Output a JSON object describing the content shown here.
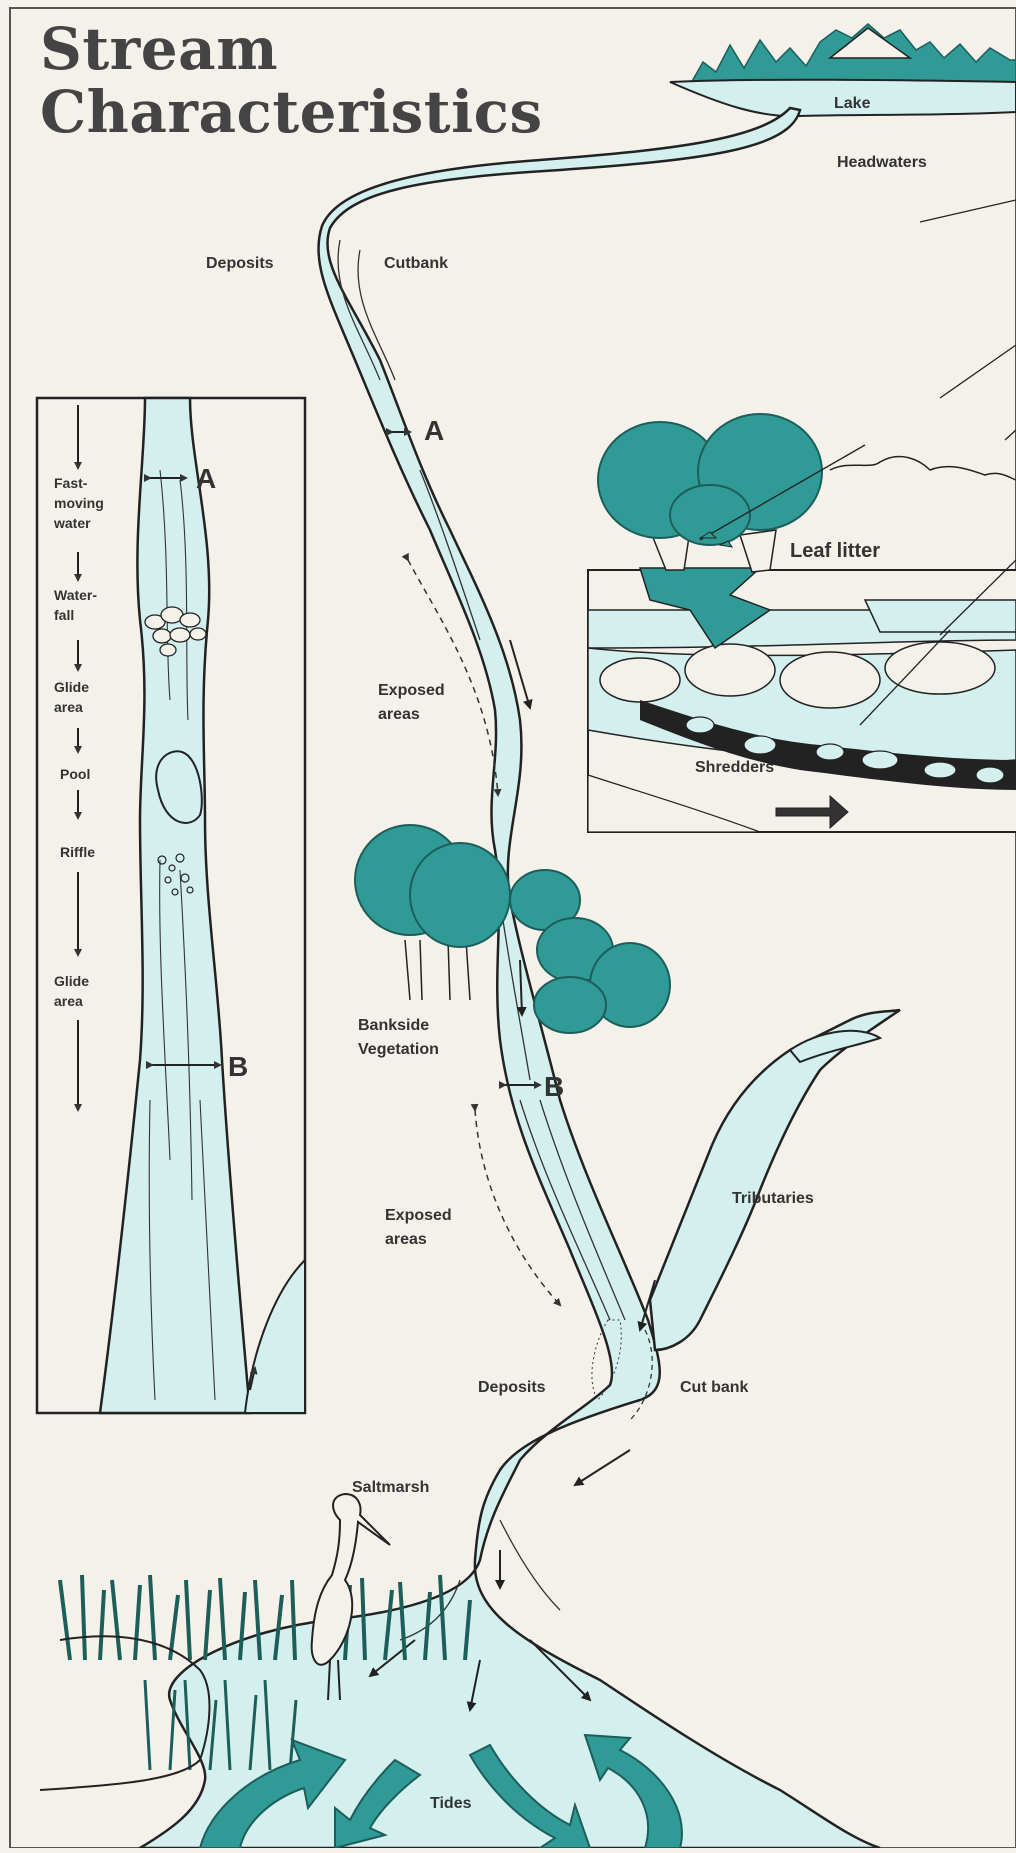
{
  "title": {
    "line1": "Stream",
    "line2": "Characteristics"
  },
  "labels": {
    "lake": "Lake",
    "headwaters": "Headwaters",
    "deposits_top": "Deposits",
    "cutbank_top": "Cutbank",
    "leaf_litter": "Leaf litter",
    "shredders": "Shredders",
    "exposed_upper_1": "Exposed",
    "exposed_upper_2": "areas",
    "bankside_1": "Bankside",
    "bankside_2": "Vegetation",
    "exposed_lower_1": "Exposed",
    "exposed_lower_2": "areas",
    "tributaries": "Tributaries",
    "deposits_lower": "Deposits",
    "cut_bank_lower": "Cut bank",
    "saltmarsh": "Saltmarsh",
    "tides": "Tides",
    "width_a": "A",
    "width_b": "B"
  },
  "inset": {
    "fast_1": "Fast-",
    "fast_2": "moving",
    "fast_3": "water",
    "waterfall_1": "Water-",
    "waterfall_2": "fall",
    "glide1_1": "Glide",
    "glide1_2": "area",
    "pool": "Pool",
    "riffle": "Riffle",
    "glide2_1": "Glide",
    "glide2_2": "area",
    "width_a": "A",
    "width_b": "B"
  },
  "colors": {
    "water": "#d3f0ef",
    "teal": "#2f9a96",
    "ink": "#222222",
    "paper": "#f3f1ea"
  }
}
